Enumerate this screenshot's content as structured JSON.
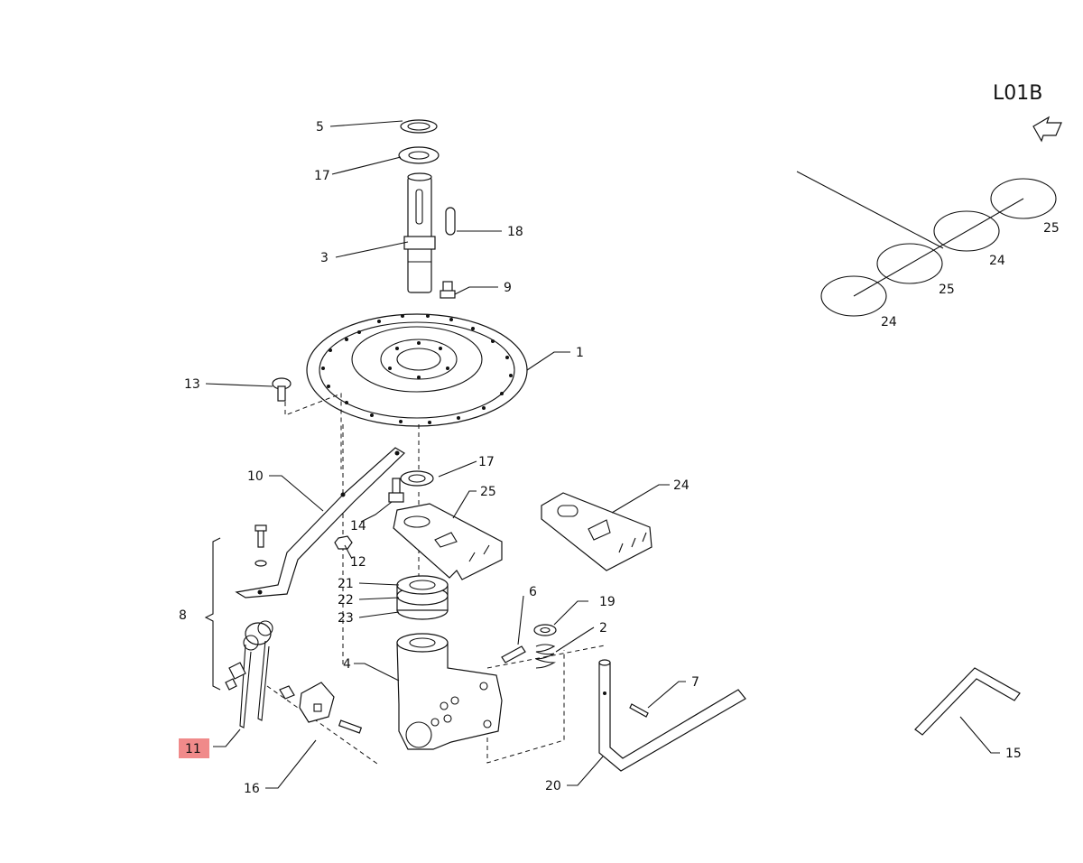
{
  "diagram": {
    "code": "L01B",
    "highlight_color": "#f08a8a",
    "highlighted_part": "11",
    "labels": {
      "p1": "1",
      "p2": "2",
      "p3": "3",
      "p4": "4",
      "p5": "5",
      "p6": "6",
      "p7": "7",
      "p8": "8",
      "p9": "9",
      "p10": "10",
      "p11": "11",
      "p12": "12",
      "p13": "13",
      "p14": "14",
      "p15": "15",
      "p16": "16",
      "p17a": "17",
      "p17b": "17",
      "p18": "18",
      "p19": "19",
      "p20": "20",
      "p21": "21",
      "p22": "22",
      "p23": "23",
      "p24": "24",
      "p25": "25"
    },
    "layout_labels": {
      "a": "24",
      "b": "25",
      "c": "24",
      "d": "25"
    }
  }
}
